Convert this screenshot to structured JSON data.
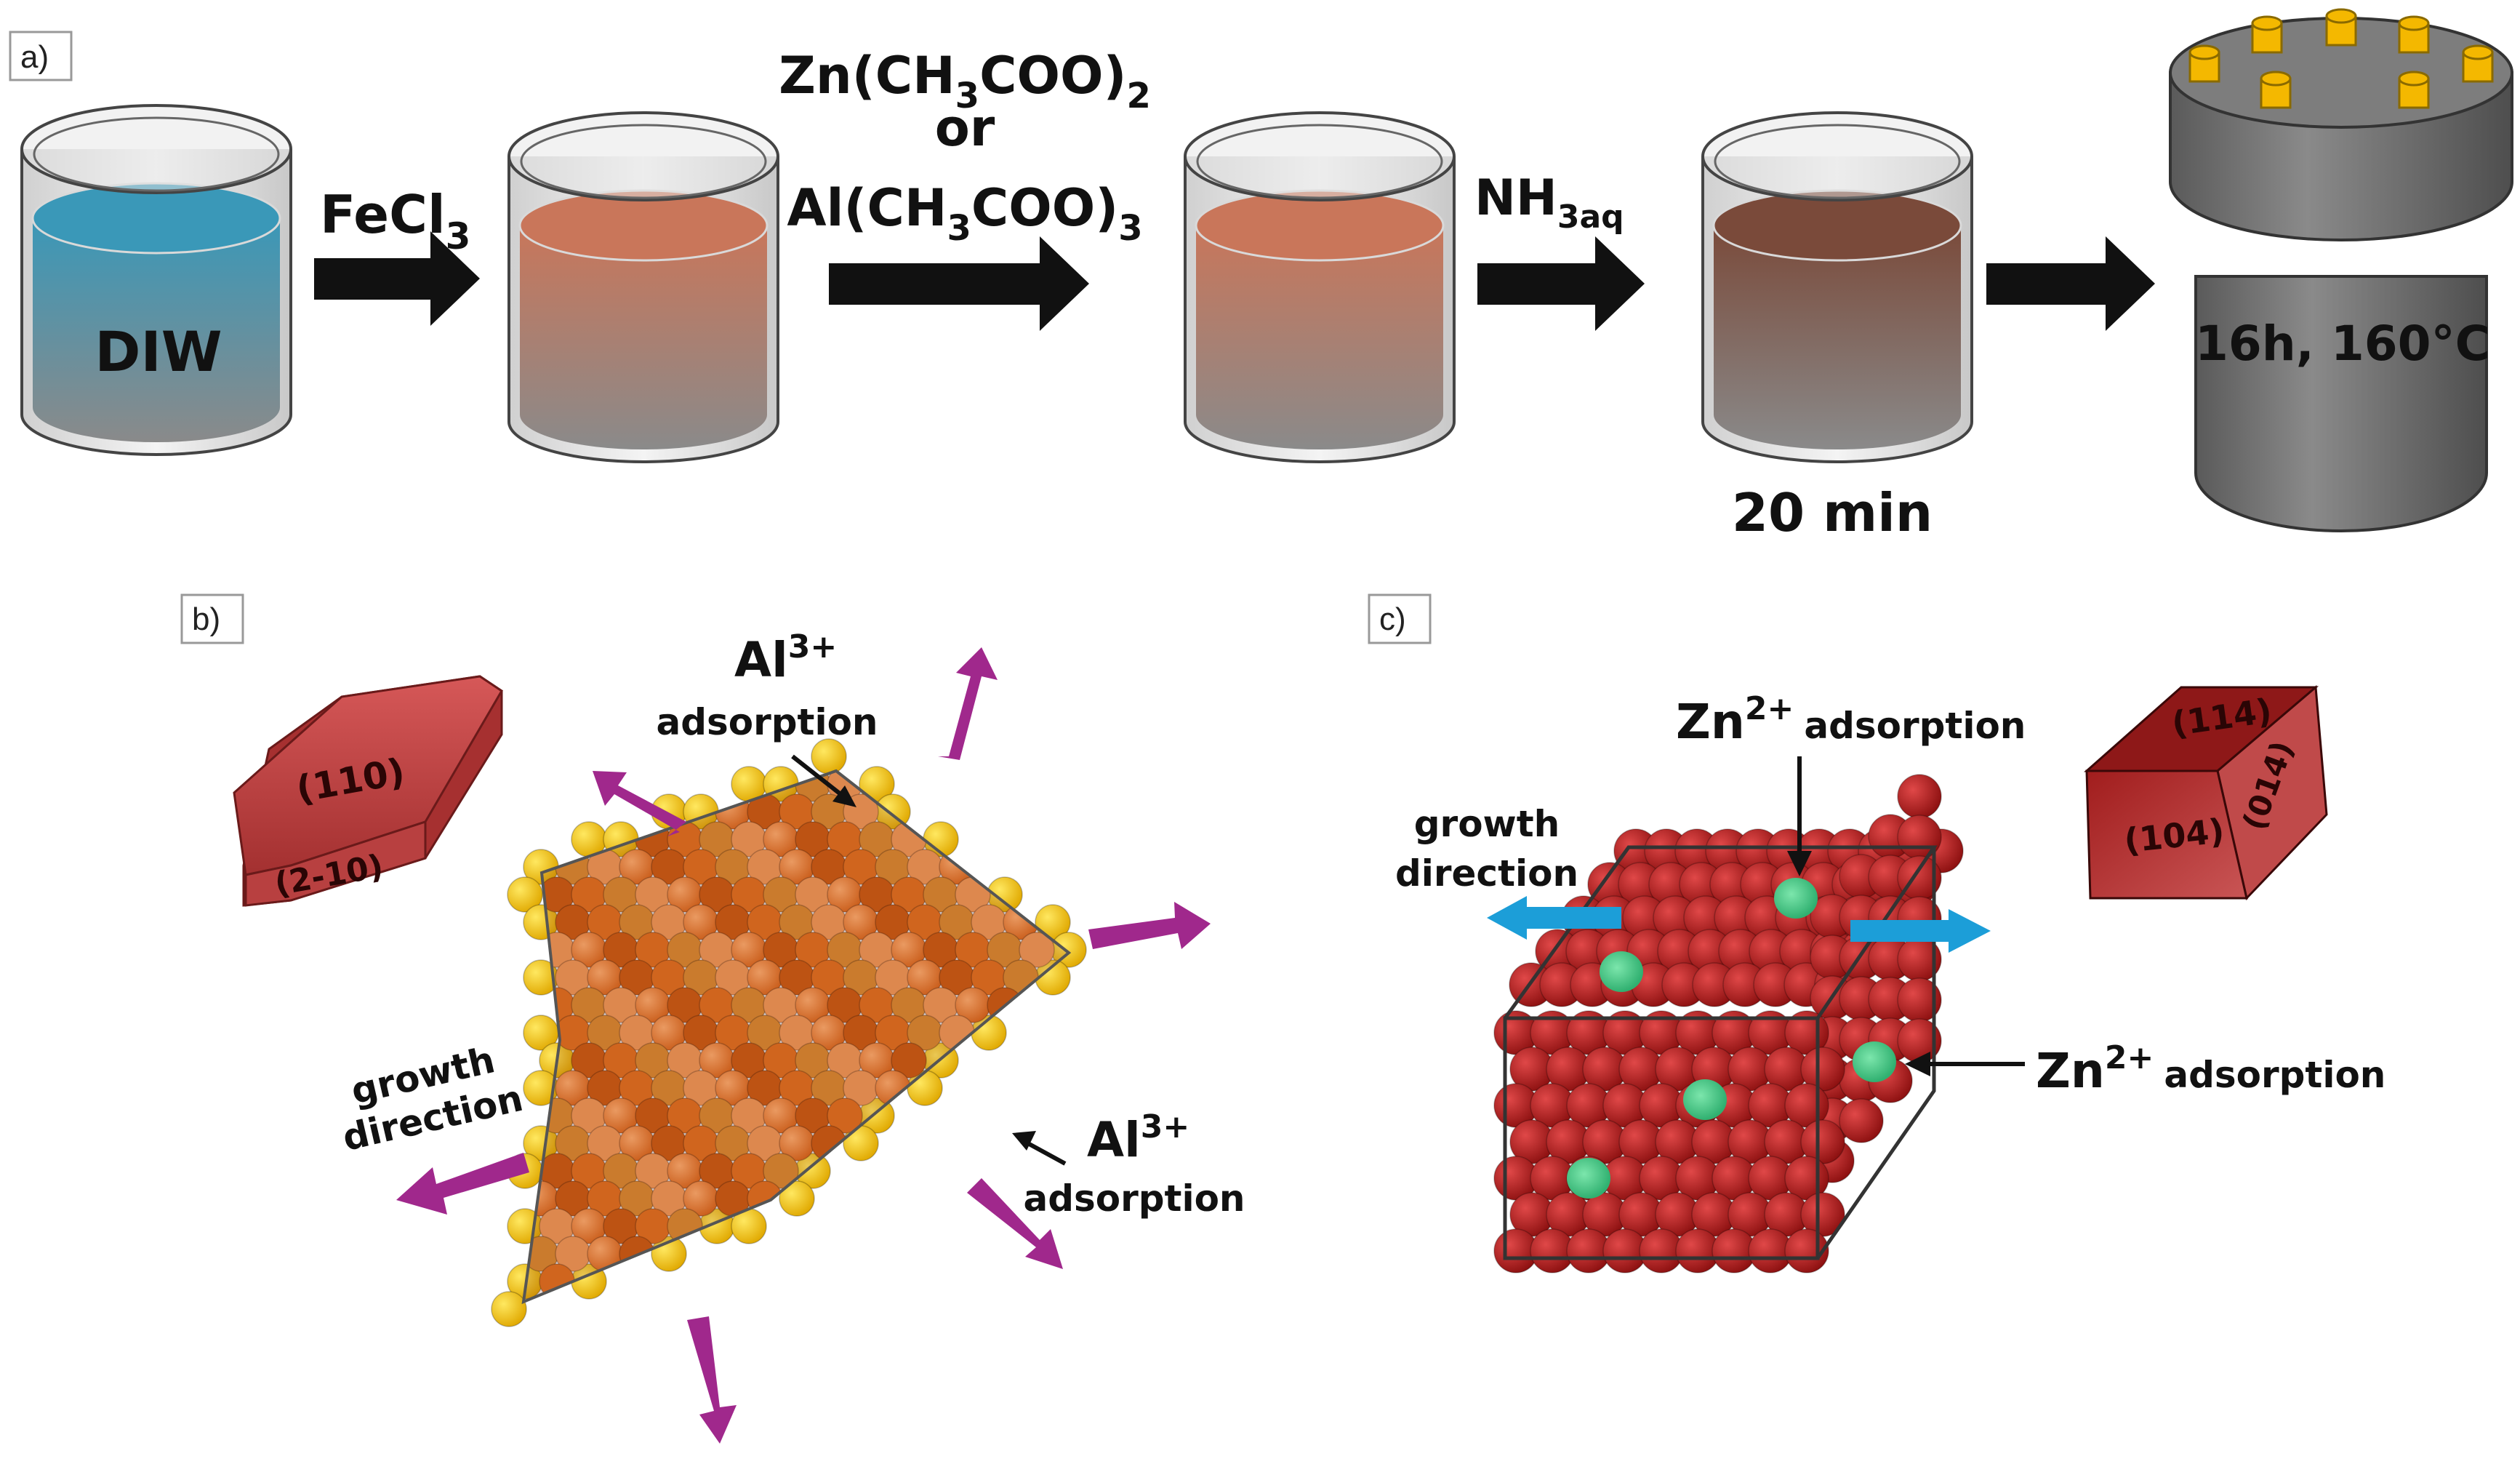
{
  "panels": {
    "a": "a)",
    "b": "b)",
    "c": "c)"
  },
  "step1": {
    "beaker_label": "DIW",
    "reagent": "FeCl",
    "reagent_sub": "3"
  },
  "step2": {
    "line1": "Zn(CH",
    "line1_sub": "3",
    "line1_end": "COO)",
    "line1_sub2": "2",
    "line2": "or",
    "line3": "Al(CH",
    "line3_sub": "3",
    "line3_end": "COO)",
    "line3_sub2": "3"
  },
  "step3": {
    "reagent": "NH",
    "reagent_sub": "3aq"
  },
  "step4": {
    "time": "20 min"
  },
  "step5": {
    "condition": "16h, 160°C"
  },
  "panel_b": {
    "ion": "Al",
    "ion_sup": "3+",
    "adsorption": "adsorption",
    "growth_line1": "growth",
    "growth_line2": "direction",
    "facet_top": "(110)",
    "facet_side": "(2-10)"
  },
  "panel_c": {
    "ion": "Zn",
    "ion_sup": "2+",
    "adsorption": "adsorption",
    "growth_line1": "growth",
    "growth_line2": "direction",
    "facet_top": "(114)",
    "facet_front": "(104)",
    "facet_side": "(014)"
  },
  "colors": {
    "diw": "#3a98b8",
    "fe_solution": "#c9765a",
    "nh3_solution": "#7a4a3a",
    "autoclave": "#6a6a6a",
    "bolt": "#f4b800",
    "hematite": "#b01e1e",
    "adsorbed_ion": "#4cc98a",
    "arrow_b": "#a0288c",
    "arrow_c": "#1c9ed8"
  }
}
